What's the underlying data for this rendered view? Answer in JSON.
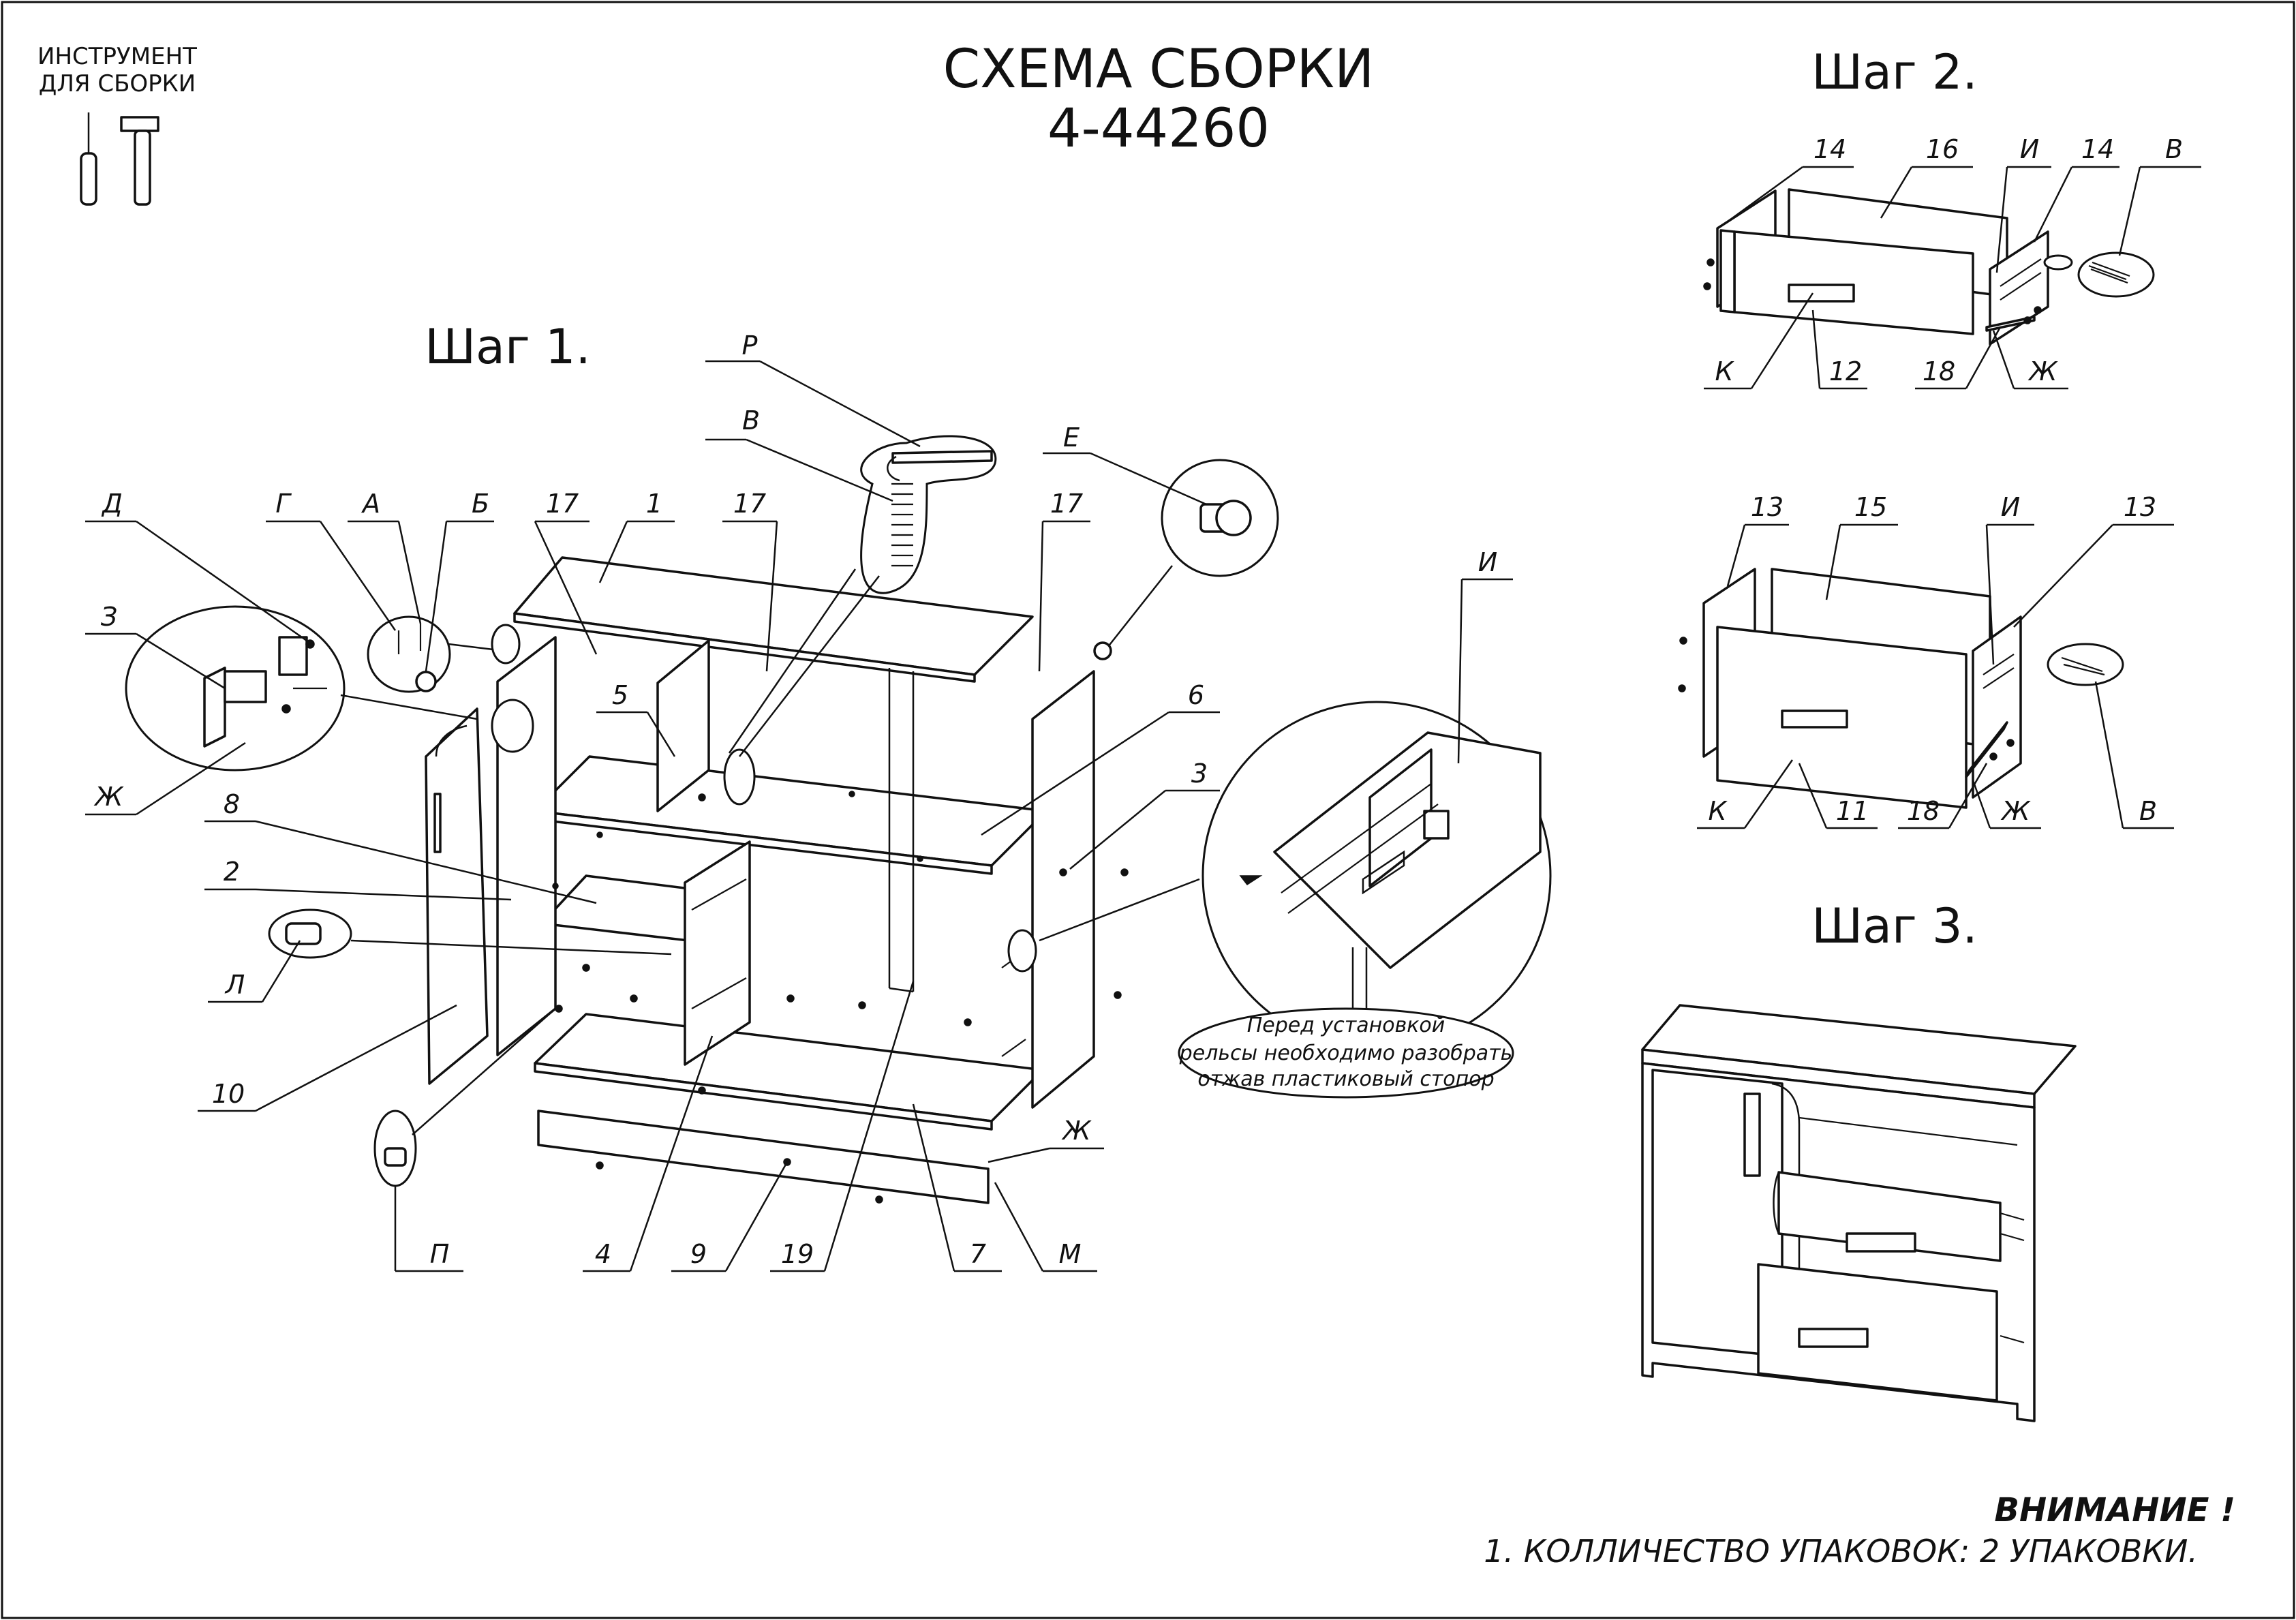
{
  "title": {
    "line1": "СХЕМА СБОРКИ",
    "line2": "4-44260"
  },
  "tools_note": {
    "line1": "ИНСТРУМЕНТ",
    "line2": "ДЛЯ СБОРКИ"
  },
  "steps": {
    "step1": "Шаг 1.",
    "step2": "Шаг 2.",
    "step3": "Шаг 3."
  },
  "callout_note": {
    "line1": "Перед установкой",
    "line2": "рельсы необходимо разобрать",
    "line3": "отжав пластиковый стопор"
  },
  "warning": {
    "title": "ВНИМАНИЕ !",
    "text": "1. КОЛЛИЧЕСТВО УПАКОВОК: 2 УПАКОВКИ."
  },
  "labels": {
    "s1_d": "Д",
    "s1_g": "Г",
    "s1_a": "А",
    "s1_b": "Б",
    "s1_17a": "17",
    "s1_1": "1",
    "s1_17b": "17",
    "s1_p": "Р",
    "s1_v": "В",
    "s1_e": "Е",
    "s1_17c": "17",
    "s1_z": "З",
    "s1_zh": "Ж",
    "s1_5": "5",
    "s1_6": "6",
    "s1_8": "8",
    "s1_2": "2",
    "s1_3": "3",
    "s1_l": "Л",
    "s1_10": "10",
    "s1_i": "И",
    "s1_zh2": "Ж",
    "s1_pp": "П",
    "s1_4": "4",
    "s1_9": "9",
    "s1_19": "19",
    "s1_7": "7",
    "s1_m": "М",
    "s2_14a": "14",
    "s2_16": "16",
    "s2_i": "И",
    "s2_14b": "14",
    "s2_v": "В",
    "s2_k": "К",
    "s2_12": "12",
    "s2_18": "18",
    "s2_zh": "Ж",
    "s2b_13a": "13",
    "s2b_15": "15",
    "s2b_i": "И",
    "s2b_13b": "13",
    "s2b_k": "К",
    "s2b_11": "11",
    "s2b_18": "18",
    "s2b_zh": "Ж",
    "s2b_v": "В"
  }
}
